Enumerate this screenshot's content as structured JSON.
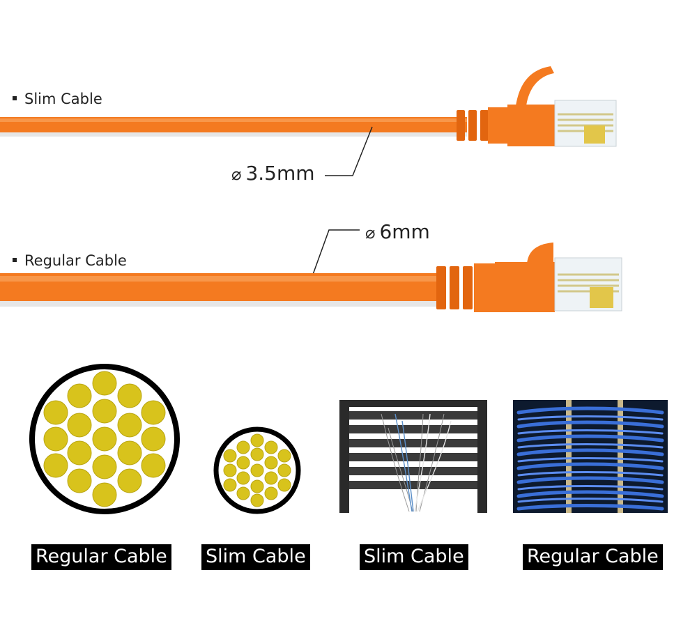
{
  "cables": {
    "slim": {
      "label": "Slim Cable",
      "diameter": "3.5mm"
    },
    "regular": {
      "label": "Regular Cable",
      "diameter": "6mm"
    }
  },
  "captions": [
    "Regular Cable",
    "Slim Cable",
    "Slim Cable",
    "Regular Cable"
  ],
  "colors": {
    "cable_orange": "#f47a20",
    "conductor_gold": "#d8c31c",
    "rack_dark": "#2a2a2a",
    "blue_cable": "#3a6fd8"
  },
  "icons": [
    "diameter-symbol-icon",
    "bullet-icon"
  ]
}
